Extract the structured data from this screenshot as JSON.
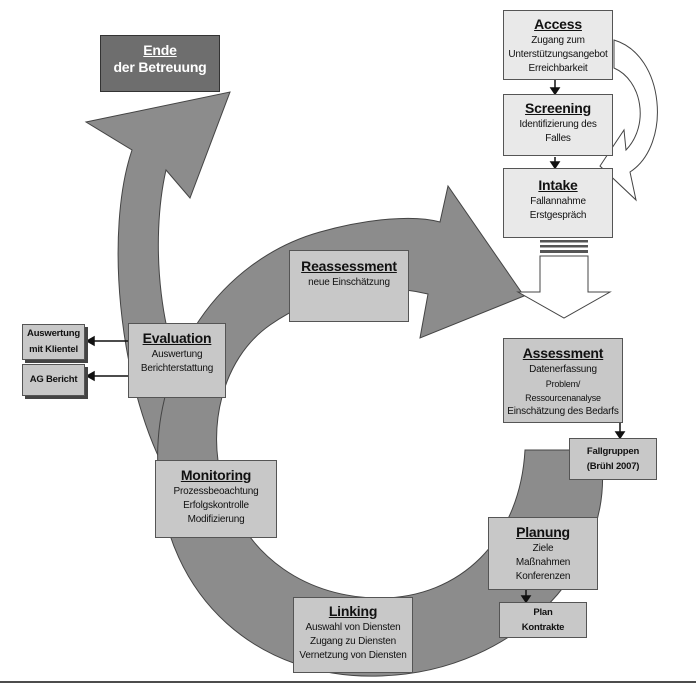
{
  "end_box": {
    "title": "Ende",
    "subtitle": "der Betreuung"
  },
  "access": {
    "title": "Access",
    "lines": [
      "Zugang zum",
      "Unterstützungsangebot",
      "Erreichbarkeit"
    ]
  },
  "screening": {
    "title": "Screening",
    "lines": [
      "Identifizierung des",
      "Falles"
    ]
  },
  "intake": {
    "title": "Intake",
    "lines": [
      "Fallannahme",
      "Erstgespräch"
    ]
  },
  "reassessment": {
    "title": "Reassessment",
    "lines": [
      "neue Einschätzung"
    ]
  },
  "assessment": {
    "title": "Assessment",
    "lines": [
      "Datenerfassung",
      "Problem/ Ressourcenanalyse",
      "Einschätzung des Bedarfs"
    ]
  },
  "fallgruppen": {
    "lines": [
      "Fallgruppen",
      "(Brühl 2007)"
    ]
  },
  "planung": {
    "title": "Planung",
    "lines": [
      "Ziele",
      "Maßnahmen",
      "Konferenzen"
    ]
  },
  "plan_box": {
    "lines": [
      "Plan",
      "Kontrakte"
    ]
  },
  "linking": {
    "title": "Linking",
    "lines": [
      "Auswahl von Diensten",
      "Zugang zu Diensten",
      "Vernetzung von Diensten"
    ]
  },
  "monitoring": {
    "title": "Monitoring",
    "lines": [
      "Prozessbeoachtung",
      "Erfolgskontrolle",
      "Modifizierung"
    ]
  },
  "evaluation": {
    "title": "Evaluation",
    "lines": [
      "Auswertung",
      "Berichterstattung"
    ]
  },
  "auswertung_box": {
    "lines": [
      "Auswertung",
      "mit Klientel"
    ]
  },
  "ag_bericht": {
    "lines": [
      "AG Bericht"
    ]
  },
  "colors": {
    "arrow": "#8c8c8c",
    "box": "#c8c8c8",
    "box_light": "#e9e9e9",
    "end_box": "#6e6e6e"
  }
}
